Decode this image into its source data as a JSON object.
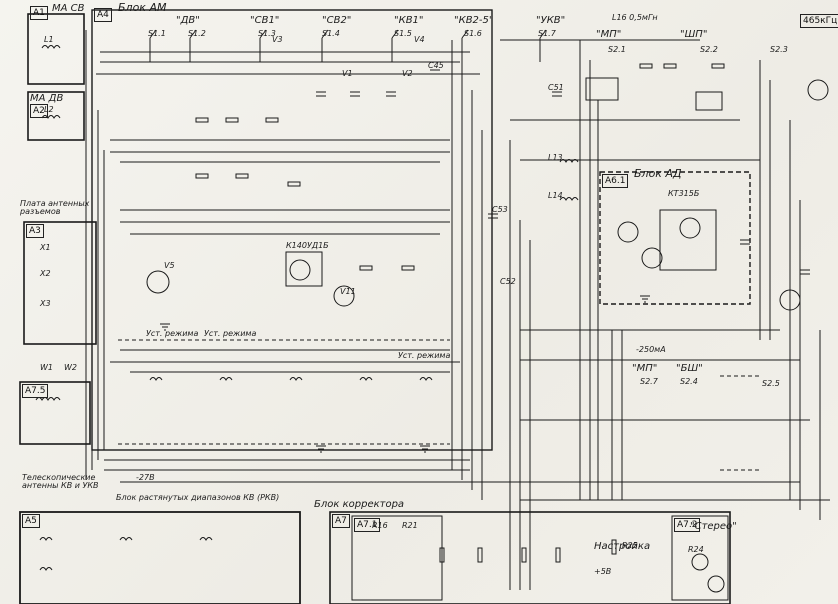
{
  "blocks": {
    "a1": "A1",
    "a1_title": "МА СВ",
    "a2": "A2",
    "a2_title": "МА ДВ",
    "a3": "A3",
    "a3_title": "Плата антенных разъемов",
    "a4": "A4",
    "a4_title": "Блок АМ",
    "a5": "A5",
    "a5_title": "Блок растянутых диапазонов КВ (РКВ)",
    "a6": "A6.1",
    "a6_title": "Блок АД",
    "a7": "A7",
    "a7_title": "Блок корректора",
    "a75": "A7.5",
    "a75_title": "Телескопические антенны КВ и УКВ",
    "a71": "A7.1",
    "a72": "A7.2"
  },
  "labels": {
    "dv": "\"ДВ\"",
    "sv": "\"СВ1\"",
    "sv2": "\"СВ2\"",
    "kv1": "\"КВ1\"",
    "kv25": "\"КВ2-5\"",
    "ukv": "\"УКВ\"",
    "mp": "\"МП\"",
    "shp": "\"ШП\"",
    "l16": "L16 0,5мГн",
    "freq": "465кГц",
    "nastroika": "Настройка",
    "stereo": "\"Стерео\"",
    "uz": "Уст. режима",
    "uz2": "Уст. режима",
    "uz3": "Уст. режима",
    "minus": "-27В",
    "p5": "+5В",
    "m250": "-250мА",
    "bsh": "\"БШ\"",
    "mp2": "\"МП\"",
    "va": "К140УД1Б",
    "vd": "КТ315Б"
  },
  "components": {
    "s11": "S1.1",
    "s12": "S1.2",
    "s13": "S1.3",
    "s14": "S1.4",
    "s15": "S1.5",
    "s16": "S1.6",
    "s17": "S1.7",
    "s21": "S2.1",
    "s22": "S2.2",
    "s23": "S2.3",
    "s25": "S2.5",
    "s27": "S2.7",
    "s24": "S2.4",
    "v1": "V1",
    "v2": "V2",
    "v3": "V3",
    "v4": "V4",
    "v5": "V5",
    "v11": "V11",
    "r16": "R16",
    "r21": "R21",
    "r25": "R25",
    "r24": "R24",
    "c51": "C51",
    "c52": "C52",
    "c53": "C53",
    "c45": "C45",
    "l1": "L1",
    "l2": "L2",
    "l13": "L13",
    "l14": "L14",
    "w1": "W1",
    "w2": "W2",
    "x1": "X1",
    "x2": "X2",
    "x3": "X3"
  }
}
